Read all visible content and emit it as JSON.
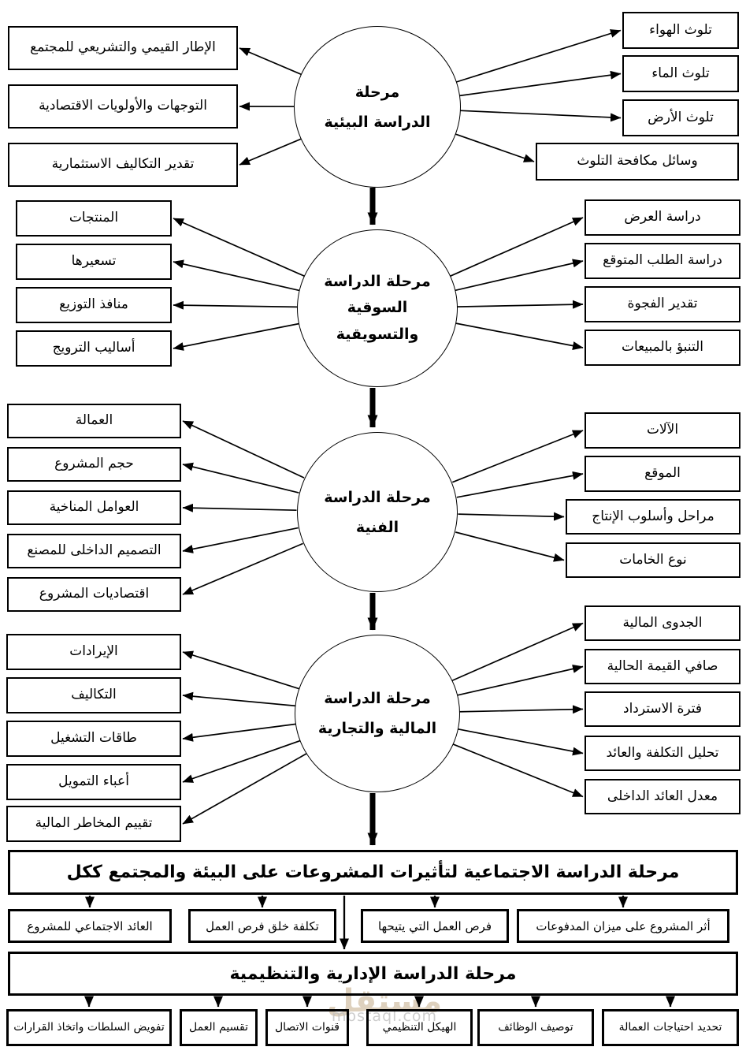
{
  "phases": [
    {
      "name": "environmental",
      "circle_lines": [
        "مرحلة",
        "الدراسة البيئية",
        ""
      ],
      "left_boxes": [
        "الإطار القيمي والتشريعي للمجتمع",
        "التوجهات والأولويات الاقتصادية",
        "تقدير التكاليف الاستثمارية"
      ],
      "right_boxes": [
        "تلوث الهواء",
        "تلوث الماء",
        "تلوث الأرض",
        "وسائل مكافحة التلوث"
      ]
    },
    {
      "name": "market",
      "circle_lines": [
        "مرحلة الدراسة",
        "السوقية",
        "والتسويقية"
      ],
      "left_boxes": [
        "المنتجات",
        "تسعيرها",
        "منافذ التوزيع",
        "أساليب الترويج"
      ],
      "right_boxes": [
        "دراسة العرض",
        "دراسة الطلب المتوقع",
        "تقدير الفجوة",
        "التنبؤ بالمبيعات"
      ]
    },
    {
      "name": "technical",
      "circle_lines": [
        "مرحلة الدراسة",
        "الفنية",
        ""
      ],
      "left_boxes": [
        "العمالة",
        "حجم المشروع",
        "العوامل المناخية",
        "التصميم الداخلى للمصنع",
        "اقتصاديات المشروع"
      ],
      "right_boxes": [
        "الآلات",
        "الموقع",
        "مراحل وأسلوب الإنتاج",
        "نوع الخامات"
      ]
    },
    {
      "name": "financial",
      "circle_lines": [
        "مرحلة الدراسة",
        "المالية والتجارية",
        ""
      ],
      "left_boxes": [
        "الإيرادات",
        "التكاليف",
        "طاقات التشغيل",
        "أعباء التمويل",
        "تقييم المخاطر المالية"
      ],
      "right_boxes": [
        "الجدوى المالية",
        "صافي القيمة الحالية",
        "فترة الاسترداد",
        "تحليل التكلفة والعائد",
        "معدل العائد الداخلى"
      ]
    }
  ],
  "social_phase": {
    "title": "مرحلة الدراسة الاجتماعية لتأثيرات المشروعات على البيئة والمجتمع ككل",
    "boxes": [
      "العائد الاجتماعي للمشروع",
      "تكلفة خلق فرص العمل",
      "فرص العمل التي يتيحها",
      "أثر المشروع على ميزان المدفوعات"
    ]
  },
  "admin_phase": {
    "title": "مرحلة الدراسة الإدارية والتنظيمية",
    "boxes": [
      "تفويض السلطات واتخاذ القرارات",
      "تقسيم العمل",
      "قنوات الاتصال",
      "الهيكل التنظيمي",
      "توصيف الوظائف",
      "تحديد احتياجات العمالة"
    ]
  },
  "watermark": {
    "logo": "مستقل",
    "domain": "mostaql.com"
  },
  "colors": {
    "line": "#000000",
    "border": "#000000",
    "background": "#ffffff",
    "watermark_logo": "#c9b394",
    "watermark_domain": "#bdbdbd"
  }
}
